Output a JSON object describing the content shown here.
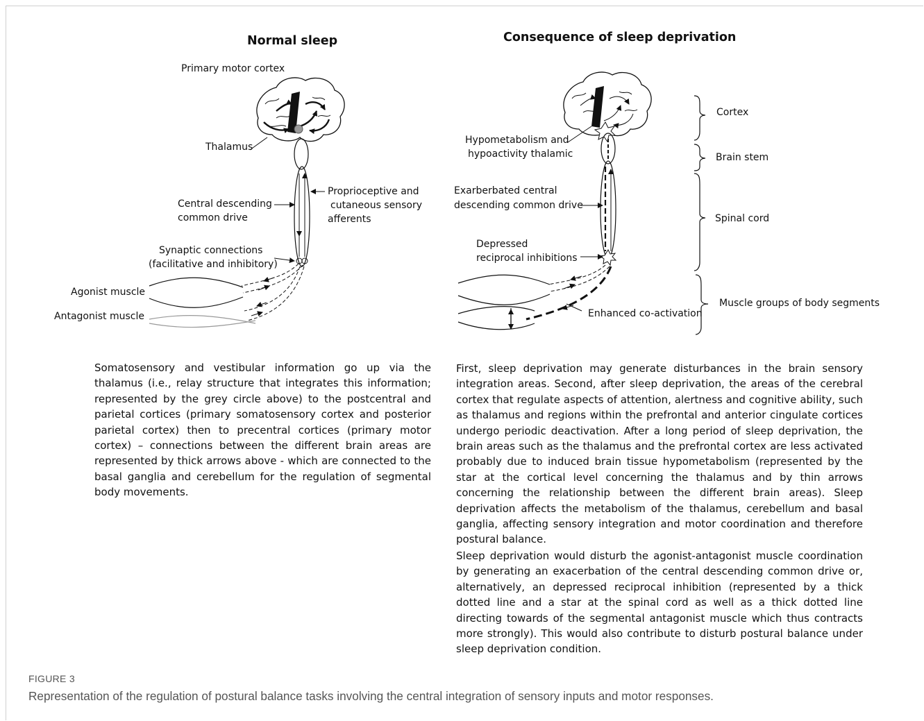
{
  "left_panel": {
    "title": "Normal sleep",
    "labels": {
      "primary_motor_cortex": "Primary motor cortex",
      "thalamus": "Thalamus",
      "central_drive_1": "Central descending",
      "central_drive_2": "common drive",
      "proprio_1": "Proprioceptive and",
      "proprio_2": "cutaneous sensory",
      "proprio_3": "afferents",
      "synaptic_1": "Synaptic connections",
      "synaptic_2": "(facilitative and inhibitory)",
      "agonist": "Agonist muscle",
      "antagonist": "Antagonist muscle"
    },
    "description": "Somatosensory and vestibular information go up via the thalamus (i.e., relay structure that integrates this information; represented by the grey circle above) to the postcentral and parietal cortices (primary somatosensory cortex and posterior parietal cortex) then to precentral cortices (primary motor cortex) – connections between the different brain areas are represented by  thick arrows above - which are connected to the basal ganglia and cerebellum for the regulation of segmental body movements."
  },
  "right_panel": {
    "title": "Consequence of sleep deprivation",
    "labels": {
      "hypo_1": "Hypometabolism and",
      "hypo_2": "hypoactivity thalamic",
      "exac_1": "Exarberbated central",
      "exac_2": "descending common drive",
      "depressed_1": "Depressed",
      "depressed_2": "reciprocal inhibitions",
      "coactivation": "Enhanced co-activation"
    },
    "regions": {
      "cortex": "Cortex",
      "brain_stem": "Brain stem",
      "spinal_cord": "Spinal cord",
      "muscle_groups": "Muscle groups of body segments"
    },
    "description_1": "First, sleep deprivation may generate disturbances in the brain sensory integration areas. Second, after sleep deprivation, the areas of the cerebral cortex that regulate aspects of attention, alertness and cognitive ability, such as thalamus and regions within the prefrontal and anterior cingulate cortices undergo periodic deactivation. After a long period of sleep deprivation, the brain areas such as the thalamus and the prefrontal cortex are less activated probably due to induced brain tissue hypometabolism (represented by the star at the cortical level concerning the thalamus and by thin arrows concerning the relationship between the different brain areas). Sleep deprivation affects the metabolism of the thalamus, cerebellum and basal ganglia, affecting sensory integration and motor coordination and therefore postural balance.",
    "description_2": "Sleep deprivation would disturb the agonist-antagonist muscle coordination by generating an exacerbation of the central descending common drive or, alternatively, an depressed reciprocal inhibition (represented by a thick dotted line and a star at the spinal cord as well as a thick dotted line directing towards of the segmental antagonist muscle which thus contracts more strongly). This would also contribute to disturb postural balance under sleep deprivation condition."
  },
  "caption": {
    "label": "FIGURE 3",
    "text": "Representation of the regulation of postural balance tasks involving the central integration of sensory inputs and motor responses."
  },
  "colors": {
    "ink": "#111111",
    "caption": "#555555",
    "thalamus_grey": "#9a9a9a",
    "frame": "#cfcfcf"
  }
}
